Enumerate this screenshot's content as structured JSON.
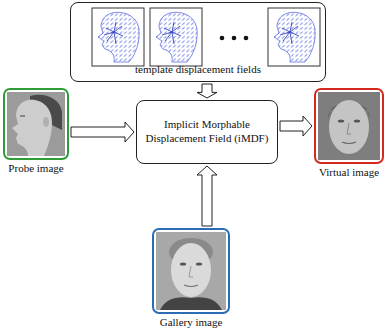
{
  "diagram": {
    "nodes": [
      {
        "text": [
          "template displacement fields"
        ]
      },
      {
        "text": [
          "Probe image"
        ]
      },
      {
        "text": [
          "Implicit Morphable Displacement Field (iMDF)"
        ]
      },
      {
        "text": [
          "Virtual image"
        ]
      },
      {
        "text": [
          "Gallery image"
        ]
      }
    ],
    "edges": [
      {
        "from": 0,
        "to": 2,
        "arrow": "to"
      },
      {
        "from": 1,
        "to": 2,
        "arrow": "to"
      },
      {
        "from": 2,
        "to": 3,
        "arrow": "to"
      },
      {
        "from": 4,
        "to": 2,
        "arrow": "to"
      }
    ]
  }
}
